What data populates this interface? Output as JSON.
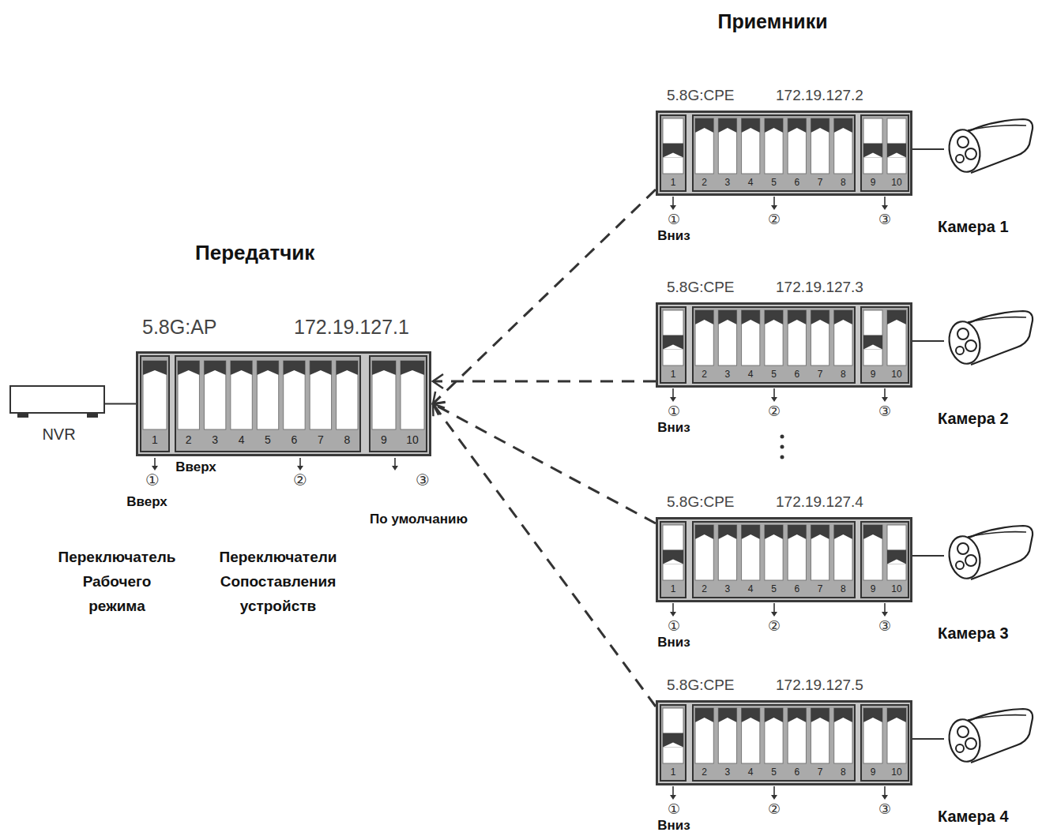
{
  "diagram": {
    "nodes": [
      {
        "text": [
          "NVR"
        ]
      },
      {
        "text": [
          "Передатчик",
          "5.8G:AP",
          "172.19.127.1"
        ]
      },
      {
        "text": [
          "5.8G:CPE",
          "172.19.127.2"
        ]
      },
      {
        "text": [
          "Камера 1"
        ]
      },
      {
        "text": [
          "5.8G:CPE",
          "172.19.127.3"
        ]
      },
      {
        "text": [
          "Камера 2"
        ]
      },
      {
        "text": [
          "5.8G:CPE",
          "172.19.127.4"
        ]
      },
      {
        "text": [
          "Камера 3"
        ]
      },
      {
        "text": [
          "5.8G:CPE",
          "172.19.127.5"
        ]
      },
      {
        "text": [
          "Камера 4"
        ]
      }
    ],
    "edges": [
      {
        "from": 0,
        "to": 1,
        "arrow": "none"
      },
      {
        "from": 2,
        "to": 1,
        "arrow": "to"
      },
      {
        "from": 4,
        "to": 1,
        "arrow": "to"
      },
      {
        "from": 6,
        "to": 1,
        "arrow": "to"
      },
      {
        "from": 8,
        "to": 1,
        "arrow": "to"
      },
      {
        "from": 2,
        "to": 3,
        "arrow": "none"
      },
      {
        "from": 4,
        "to": 5,
        "arrow": "none"
      },
      {
        "from": 6,
        "to": 7,
        "arrow": "none"
      },
      {
        "from": 8,
        "to": 9,
        "arrow": "none"
      }
    ],
    "labels": [
      "Приемники",
      "1",
      "2",
      "3",
      "4",
      "5",
      "6",
      "7",
      "8",
      "9",
      "10",
      "①",
      "②",
      "③",
      "Вверх",
      "Вверх",
      "По умолчанию",
      "Переключатель Рабочего режима",
      "Переключатели Сопоставления устройств",
      "1",
      "2",
      "3",
      "4",
      "5",
      "6",
      "7",
      "8",
      "9",
      "10",
      "①",
      "②",
      "③",
      "Вниз",
      "1",
      "2",
      "3",
      "4",
      "5",
      "6",
      "7",
      "8",
      "9",
      "10",
      "①",
      "②",
      "③",
      "Вниз",
      "1",
      "2",
      "3",
      "4",
      "5",
      "6",
      "7",
      "8",
      "9",
      "10",
      "①",
      "②",
      "③",
      "Вниз",
      "1",
      "2",
      "3",
      "4",
      "5",
      "6",
      "7",
      "8",
      "9",
      "10",
      "①",
      "②",
      "③",
      "Вниз"
    ]
  }
}
